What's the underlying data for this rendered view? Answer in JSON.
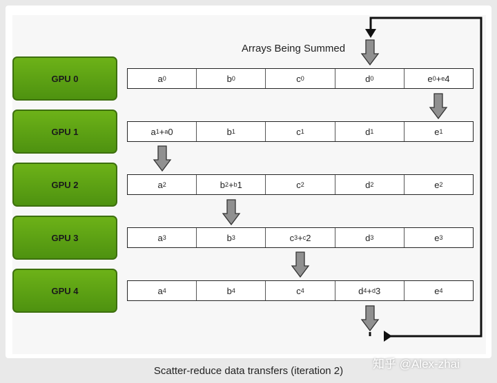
{
  "title": "Arrays Being Summed",
  "caption": "Scatter-reduce data transfers (iteration 2)",
  "watermark": "知乎 @Alex-zhai",
  "gpus": [
    {
      "label": "GPU 0",
      "cells": [
        [
          "a",
          "0"
        ],
        [
          "b",
          "0"
        ],
        [
          "c",
          "0"
        ],
        [
          "d",
          "0"
        ],
        [
          "e",
          "0",
          "+",
          "e",
          "4"
        ]
      ]
    },
    {
      "label": "GPU 1",
      "cells": [
        [
          "a",
          "1",
          "+",
          "a",
          "0"
        ],
        [
          "b",
          "1"
        ],
        [
          "c",
          "1"
        ],
        [
          "d",
          "1"
        ],
        [
          "e",
          "1"
        ]
      ]
    },
    {
      "label": "GPU 2",
      "cells": [
        [
          "a",
          "2"
        ],
        [
          "b",
          "2",
          "+",
          "b",
          "1"
        ],
        [
          "c",
          "2"
        ],
        [
          "d",
          "2"
        ],
        [
          "e",
          "2"
        ]
      ]
    },
    {
      "label": "GPU 3",
      "cells": [
        [
          "a",
          "3"
        ],
        [
          "b",
          "3"
        ],
        [
          "c",
          "3",
          "+",
          "c",
          "2"
        ],
        [
          "d",
          "3"
        ],
        [
          "e",
          "3"
        ]
      ]
    },
    {
      "label": "GPU 4",
      "cells": [
        [
          "a",
          "4"
        ],
        [
          "b",
          "4"
        ],
        [
          "c",
          "4"
        ],
        [
          "d",
          "4",
          "+",
          "d",
          "3"
        ],
        [
          "e",
          "4"
        ]
      ]
    }
  ],
  "colors": {
    "gpu": "#5aa214",
    "arrow": "#8c8c8c",
    "loop": "#111111"
  }
}
